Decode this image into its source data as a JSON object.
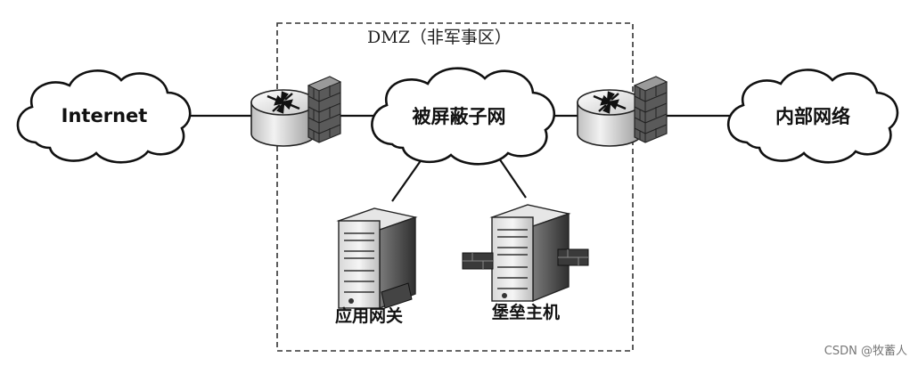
{
  "dmz": {
    "label": "DMZ（非军事区）"
  },
  "nodes": {
    "internet": "Internet",
    "screened_subnet": "被屏蔽子网",
    "internal_network": "内部网络",
    "app_gateway": "应用网关",
    "bastion_host": "堡垒主机"
  },
  "watermark": "CSDN @牧蓄人",
  "icons": {
    "router_left": "router-icon",
    "firewall_left": "firewall-icon",
    "router_right": "router-icon",
    "firewall_right": "firewall-icon",
    "server_gateway": "server-icon",
    "server_bastion": "server-icon"
  }
}
